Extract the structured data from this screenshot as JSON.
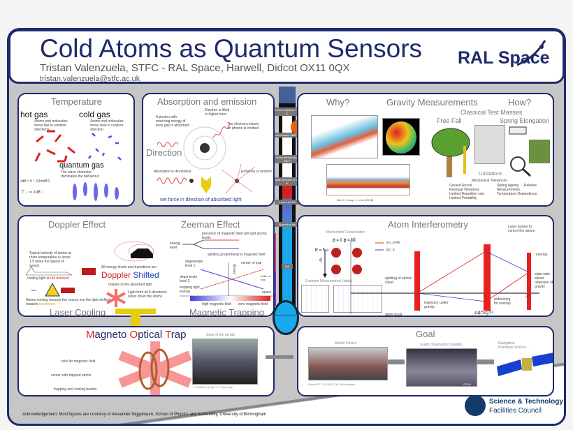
{
  "header": {
    "title": "Cold Atoms as Quantum Sensors",
    "author": "Tristan Valenzuela, STFC - RAL Space, Harwell, Didcot OX11 0QX",
    "email": "tristan.valenzuela@stfc.ac.uk",
    "logo": "RAL Space"
  },
  "temperature": {
    "title": "Temperature",
    "hot": "hot gas",
    "hot_desc": "Atoms and molecules move fast in random directions",
    "cold": "cold gas",
    "cold_desc": "Atoms and molecules move slow in random direction",
    "quantum": "quantum gas",
    "quantum_desc": "The wave character dominates the behaviour",
    "formula1": "λdB = h / √(3mkBT)",
    "formula2": "T ↓ ⇒ λdB ↑"
  },
  "absorption": {
    "title": "Absorption and emission",
    "note1": "A photon with matching energy of level gap is absorbed",
    "note2": "Electron is lifted to higher level",
    "note3": "The electron relaxes an photon is emitted",
    "direction": "Direction",
    "note4": "Absorption is directional",
    "note5": "Emission is random",
    "net": "net force in direction of absorbed light"
  },
  "thermometer": {
    "labels": [
      "fusion reactions 10⁸ K",
      "sun surface 5800 K",
      "Room temperature 300 K",
      "water freezes 273.2 K",
      "λ point He 2K",
      "Superfluid He",
      "1µK",
      "Absolute Zero 0K"
    ],
    "bars": [
      "laser cooling",
      "evaporative cooling"
    ]
  },
  "gravity": {
    "why": "Why?",
    "title": "Gravity Measurements",
    "how": "How?",
    "classical": "Classical Test Masses",
    "freefall": "Free Fall",
    "spring": "Spring Elongation",
    "limitations": "Limitations",
    "mech": "Mechanical Tolerances",
    "left_list": [
      "Ground Recoil",
      "Residual Vibrations",
      "Limited Repetition rate",
      "Limited Portability"
    ],
    "right_list": [
      "Spring Ageing → Relative Measurements",
      "Temperature Dependence"
    ],
    "citation": "Wu, X., Yang, L., et al. (2015)"
  },
  "cooling": {
    "doppler": "Doppler Effect",
    "typical": "Typical velocity of atoms at room temperature is about 1.5 times the speed of sound",
    "cooling_light": "cooling light is",
    "red_detuned": "red detuned",
    "all_levels": "All energy levels and transitions are",
    "doppler_shifted_1": "Doppler",
    "doppler_shifted_2": "Shifted",
    "relative": "relative to the absorbed light",
    "atoms_moving": "Atoms moving towards the source see the light shifted towards",
    "resonance": "resonance",
    "six_dir": "Light from all 6 directions slows down the atoms",
    "laser": "laser",
    "laser_cooling": "Laser Cooling",
    "zeeman": "Zeeman Effect",
    "presence": "presence of magnetic field will split atomic levels",
    "energy_level": "energy level",
    "energy": "energy",
    "splitting": "splitting proportional to magnetic field",
    "deg1": "degenerate level 1",
    "deg2": "degenerate level 2",
    "center": "center of trap",
    "width": "width of trap",
    "trapping": "trapping light energy",
    "space": "space",
    "high": "high magnetic field",
    "zero": "zero magnetic field",
    "magnetic_trapping": "Magnetic Trapping"
  },
  "interferometry": {
    "title": "Atom Interferometry",
    "momentum": "Momentum Conservation",
    "example": "Example Measurement (tides)",
    "laser_pulses": "Laser pulses to control the atoms",
    "legend": [
      "|e⟩, p+ħk",
      "|g⟩, p"
    ],
    "splitting": "splitting of atomic cloud",
    "trajectory": "trajectory under gravity",
    "redirecting": "redirecting for overlap",
    "overlap": "overlap",
    "state_ratio": "state ratio allows obtention of gravity",
    "atom_cloud": "atom cloud",
    "ticks": [
      "0",
      "T",
      "2T"
    ],
    "g": "g⃗",
    "phase": "Δϕ=kgT²",
    "colors": {
      "excited": "#e83030",
      "ground": "#3040d0"
    }
  },
  "mot": {
    "title_M": "M",
    "title_1": "agneto ",
    "title_O": "O",
    "title_2": "ptical ",
    "title_T": "T",
    "title_3": "rap",
    "coils": "coils for magnetic field",
    "center": "center with trapped atoms",
    "beams": "trapping and cooling beams",
    "lab": "State of the art lab",
    "credit": "H. Müller Lab @ U. C. Berkeley"
  },
  "goal": {
    "title": "Goal",
    "mobile": "Mobile Device",
    "mobile_credit": "iSense (FP7 CA 250072) @ UoBirmingham",
    "satellite": "Earth Observation Satellite",
    "sat_credit": "©ESA",
    "nav": "Navigation",
    "planetary": "Planetary Science..."
  },
  "footer": {
    "ack": "Acknowledgement: Most figures are courtesy of Alexander Niggebaum, School of Physics and Astronomy, University of Birmingham",
    "stfc1": "Science & Technology",
    "stfc2": "Facilities Council"
  },
  "colors": {
    "navy": "#1f2a6b",
    "red": "#e02020",
    "blue": "#2040c0",
    "yellow": "#e8cc10"
  }
}
